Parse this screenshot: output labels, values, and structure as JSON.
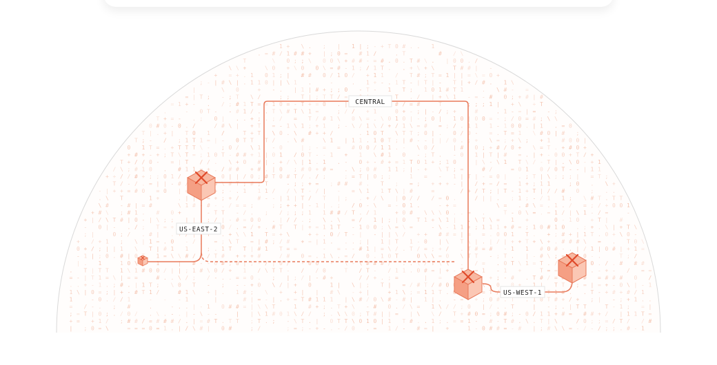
{
  "colors": {
    "accent": "#e8795a",
    "node_fill_top": "#f8b7a0",
    "node_fill_left": "#f59f84",
    "node_fill_right": "#fbc7b4",
    "node_mark": "#e04a2a",
    "dome_stroke": "#d9d9d9",
    "pattern": "#f2b49b"
  },
  "regions": {
    "central": {
      "label": "CENTRAL"
    },
    "us_east_2": {
      "label": "US-EAST-2"
    },
    "us_west_1": {
      "label": "US-WEST-1"
    }
  },
  "icons": {
    "server_node": "server-node-icon",
    "small_node": "small-node-icon"
  },
  "pattern_glyphs": [
    "0",
    "1",
    "|",
    "/",
    "\\",
    "=",
    "+",
    ".",
    ";",
    "T",
    "#",
    "-"
  ]
}
